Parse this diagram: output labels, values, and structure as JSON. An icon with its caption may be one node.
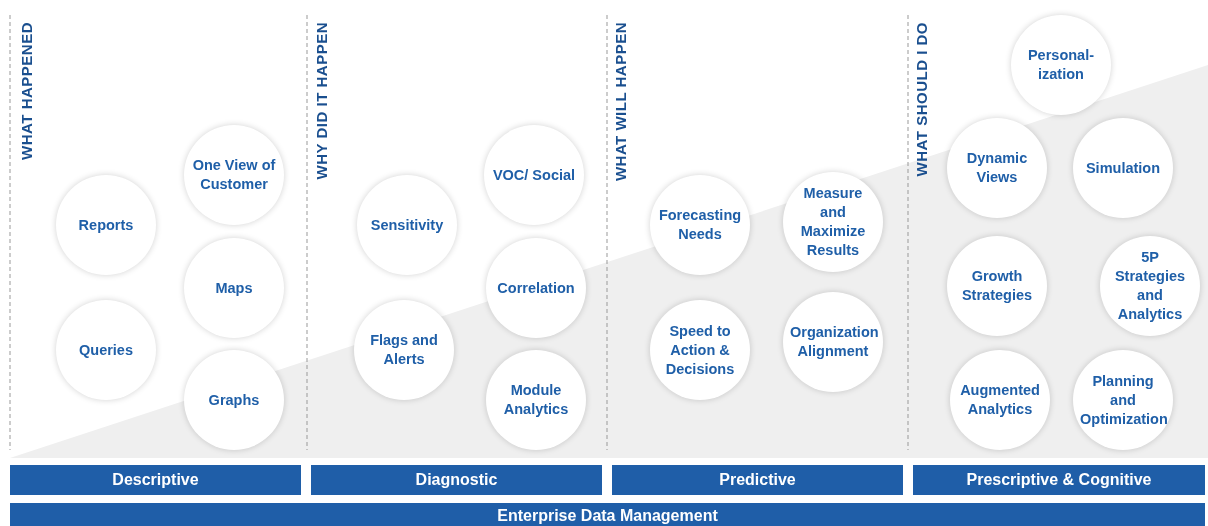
{
  "diagram": {
    "nodes": [
      {
        "text": [
          "Reports"
        ]
      },
      {
        "text": [
          "One View of Customer"
        ]
      },
      {
        "text": [
          "Maps"
        ]
      },
      {
        "text": [
          "Queries"
        ]
      },
      {
        "text": [
          "Graphs"
        ]
      },
      {
        "text": [
          "Sensitivity"
        ]
      },
      {
        "text": [
          "VOC/ Social"
        ]
      },
      {
        "text": [
          "Correlation"
        ]
      },
      {
        "text": [
          "Flags and Alerts"
        ]
      },
      {
        "text": [
          "Module Analytics"
        ]
      },
      {
        "text": [
          "Forecasting Needs"
        ]
      },
      {
        "text": [
          "Measure and Maximize Results"
        ]
      },
      {
        "text": [
          "Speed to Action & Decisions"
        ]
      },
      {
        "text": [
          "Organization Alignment"
        ]
      },
      {
        "text": [
          "Personal- ization"
        ]
      },
      {
        "text": [
          "Dynamic Views"
        ]
      },
      {
        "text": [
          "Simulation"
        ]
      },
      {
        "text": [
          "Growth Strategies"
        ]
      },
      {
        "text": [
          "5P Strategies and Analytics"
        ]
      },
      {
        "text": [
          "Augmented Analytics"
        ]
      },
      {
        "text": [
          "Planning and Optimization"
        ]
      },
      {
        "text": [
          "Descriptive"
        ]
      },
      {
        "text": [
          "Diagnostic"
        ]
      },
      {
        "text": [
          "Predictive"
        ]
      },
      {
        "text": [
          "Prescriptive & Cognitive"
        ]
      },
      {
        "text": [
          "Enterprise Data Management"
        ]
      }
    ],
    "edges": [],
    "labels": [
      "WHAT HAPPENED",
      "WHY DID IT HAPPEN",
      "WHAT WILL HAPPEN",
      "WHAT SHOULD I DO"
    ]
  }
}
